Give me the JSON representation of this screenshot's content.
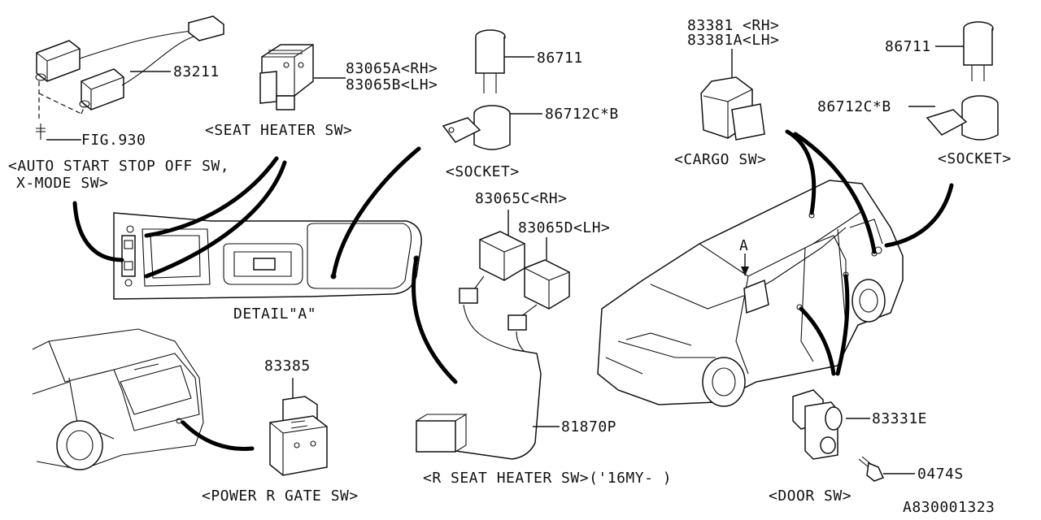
{
  "labels": {
    "p83211": "83211",
    "fig930": "FIG.930",
    "auto_start_1": "<AUTO START STOP OFF SW,",
    "auto_start_2": "X-MODE SW>",
    "p83065a": "83065A<RH>",
    "p83065b": "83065B<LH>",
    "seat_heater_sw": "<SEAT HEATER SW>",
    "p86711_a": "86711",
    "p86712_a": "86712C*B",
    "socket_a": "<SOCKET>",
    "p83381": "83381 <RH>",
    "p83381a": "83381A<LH>",
    "cargo_sw": "<CARGO SW>",
    "p86711_b": "86711",
    "p86712_b": "86712C*B",
    "socket_b": "<SOCKET>",
    "detail_a": "DETAIL\"A\"",
    "p83065c": "83065C<RH>",
    "p83065d": "83065D<LH>",
    "p81870p": "81870P",
    "r_seat_heater": "<R SEAT HEATER SW>('16MY- )",
    "p83385": "83385",
    "power_gate": "<POWER R GATE SW>",
    "p83331e": "83331E",
    "p0474s": "0474S",
    "door_sw": "<DOOR SW>",
    "view_a": "A",
    "drawing_no": "A830001323"
  }
}
